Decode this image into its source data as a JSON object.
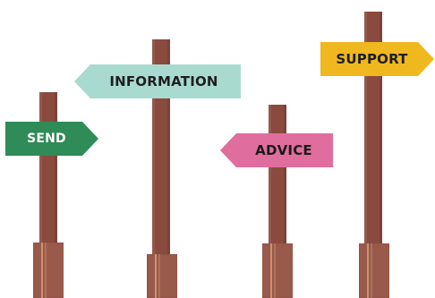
{
  "scene": {
    "signs": [
      {
        "id": "send",
        "label": "SEND",
        "color": "#2f8b57",
        "text_color": "#ffffff",
        "direction": "right"
      },
      {
        "id": "information",
        "label": "INFORMATION",
        "color": "#a9dad0",
        "text_color": "#1e1e1e",
        "direction": "left"
      },
      {
        "id": "advice",
        "label": "ADVICE",
        "color": "#df6e9f",
        "text_color": "#1a1a1a",
        "direction": "left"
      },
      {
        "id": "support",
        "label": "SUPPORT",
        "color": "#f0b81f",
        "text_color": "#1e1e1e",
        "direction": "right"
      }
    ],
    "colors": {
      "pole": "#8a4b3e",
      "base": "#995a4b",
      "highlight": "#d7a07b",
      "background": "#ffffff"
    }
  }
}
